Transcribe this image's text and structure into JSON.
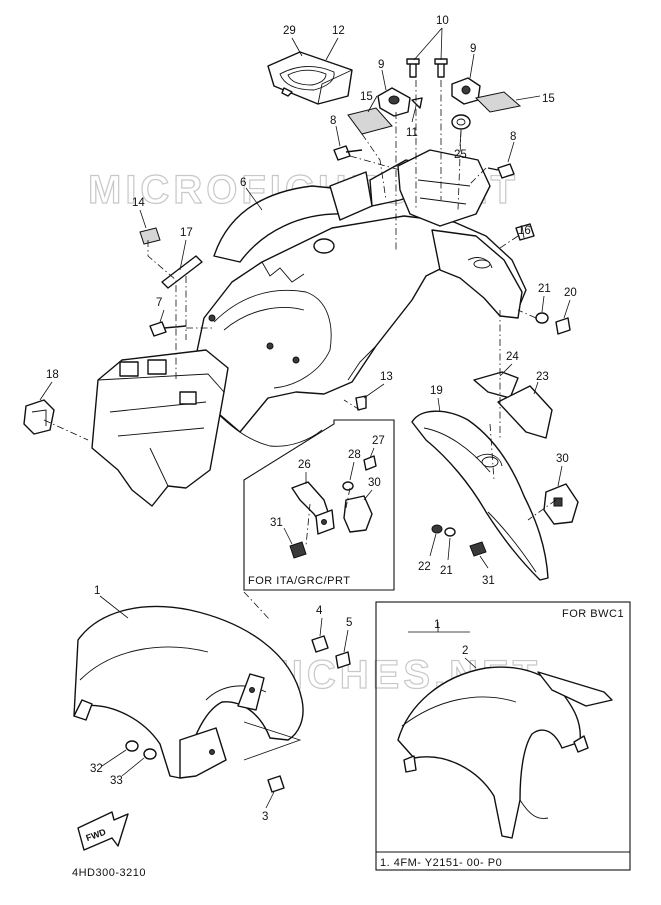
{
  "watermark": "MICROFICHES.NET",
  "diagram_code": "4HD300-3210",
  "fwd_label": "FWD",
  "variant_boxes": [
    {
      "label": "FOR ITA/GRC/PRT"
    },
    {
      "label": "FOR BWC1"
    }
  ],
  "footnote": "1. 4FM- Y2151- 00- P0",
  "callouts": [
    "29",
    "12",
    "10",
    "9",
    "9",
    "15",
    "15",
    "11",
    "8",
    "8",
    "25",
    "6",
    "14",
    "17",
    "16",
    "7",
    "21",
    "20",
    "18",
    "13",
    "24",
    "23",
    "19",
    "27",
    "28",
    "26",
    "30",
    "30",
    "31",
    "22",
    "21",
    "31",
    "1",
    "4",
    "5",
    "32",
    "33",
    "3",
    "1",
    "2"
  ]
}
